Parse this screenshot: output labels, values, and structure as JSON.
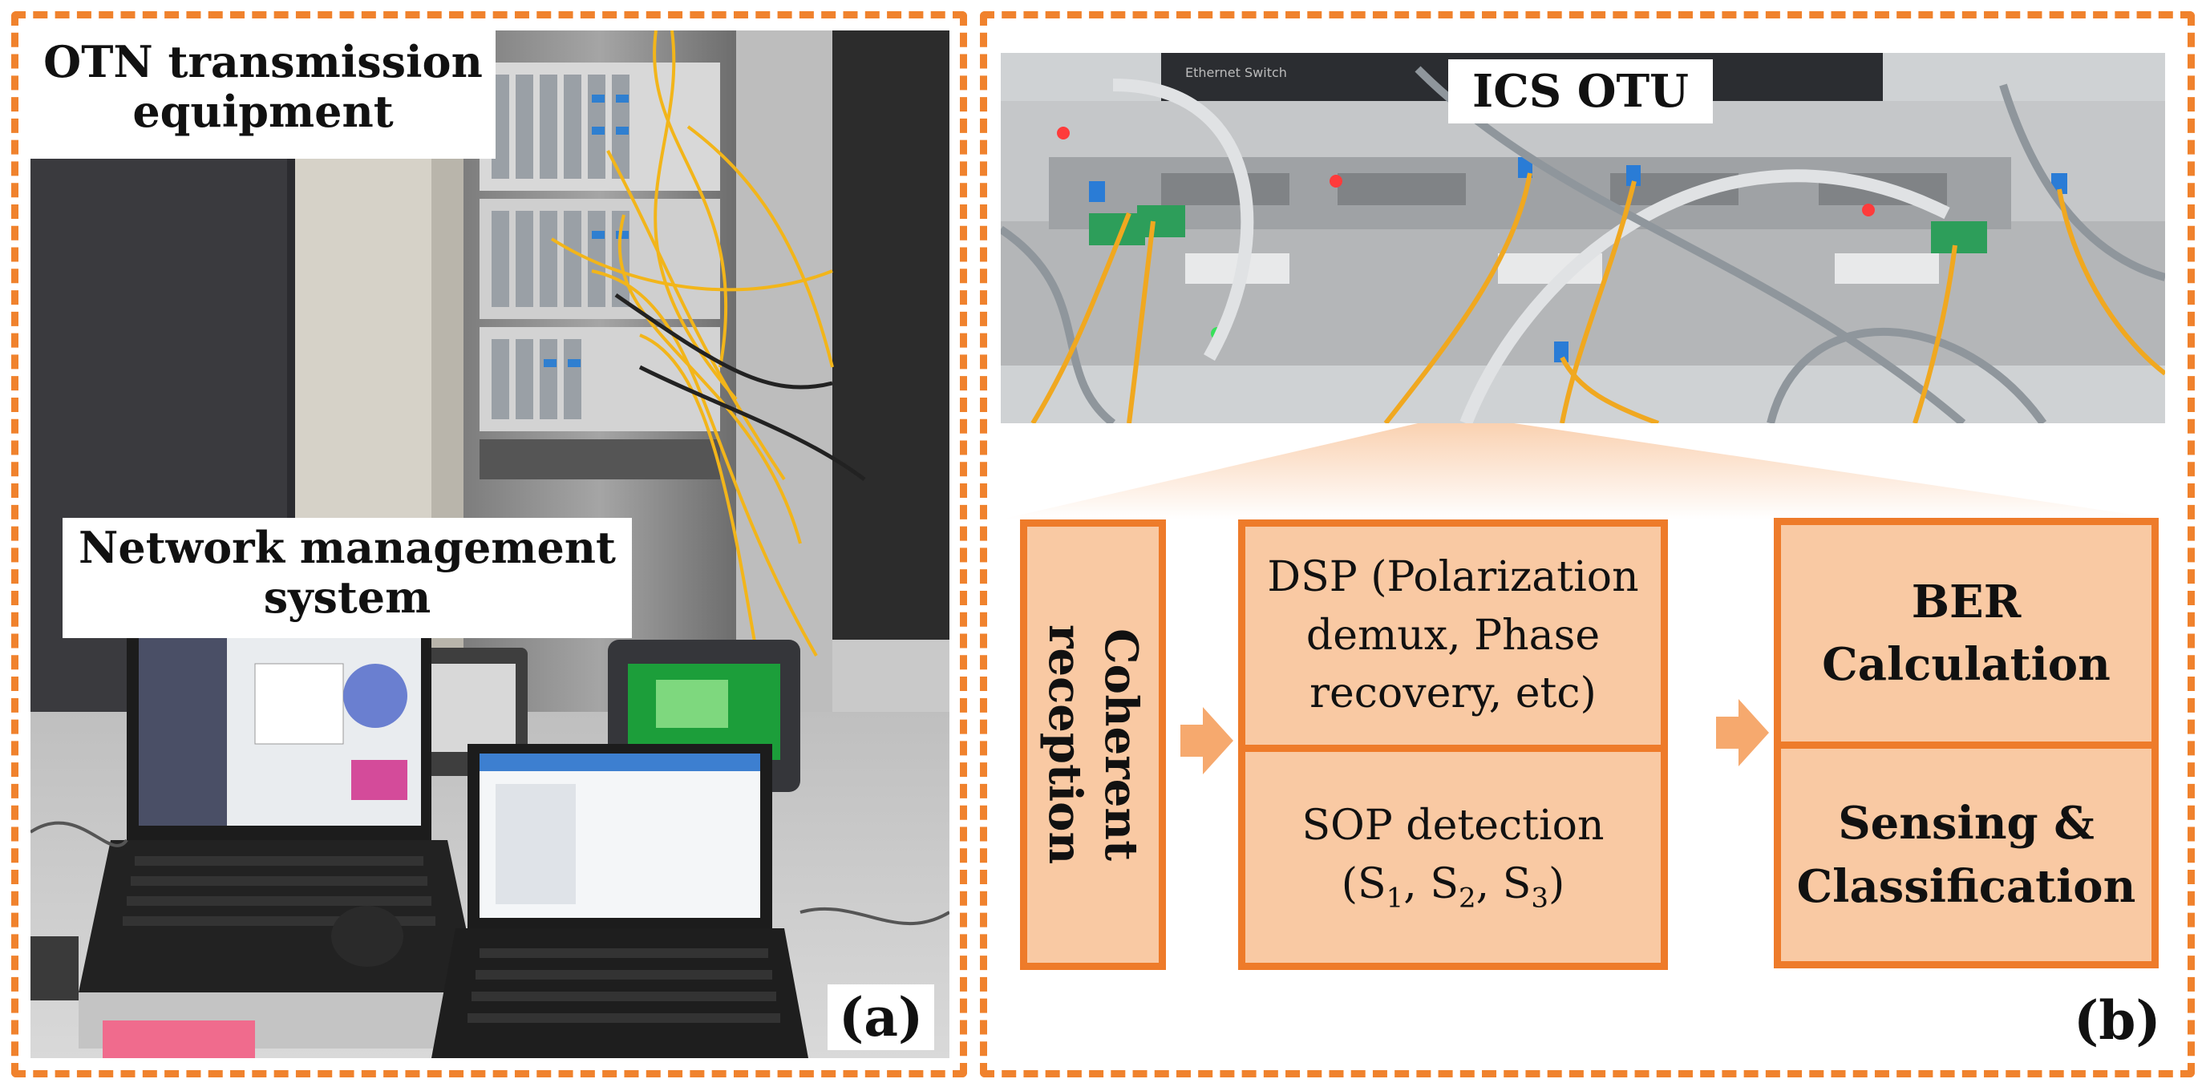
{
  "colors": {
    "accent": "#f0822d",
    "box_fill": "#f9c9a3",
    "box_border": "#ee7b2a"
  },
  "panel_a": {
    "tag": "(a)",
    "otn_label_line1": "OTN transmission",
    "otn_label_line2": "equipment",
    "nms_label_line1": "Network management",
    "nms_label_line2": "system"
  },
  "panel_b": {
    "tag": "(b)",
    "photo_label": "ICS OTU",
    "photo_switch_text": "Ethernet Switch",
    "coherent": "Coherent reception",
    "dsp_line1": "DSP (Polarization",
    "dsp_line2": "demux, Phase",
    "dsp_line3": "recovery, etc)",
    "sop_line1": "SOP detection",
    "sop_s1": "S",
    "sop_s1_sub": "1",
    "sop_s2": "S",
    "sop_s2_sub": "2",
    "sop_s3": "S",
    "sop_s3_sub": "3",
    "ber_line1": "BER",
    "ber_line2": "Calculation",
    "sensing_line1": "Sensing &",
    "sensing_line2": "Classification"
  }
}
